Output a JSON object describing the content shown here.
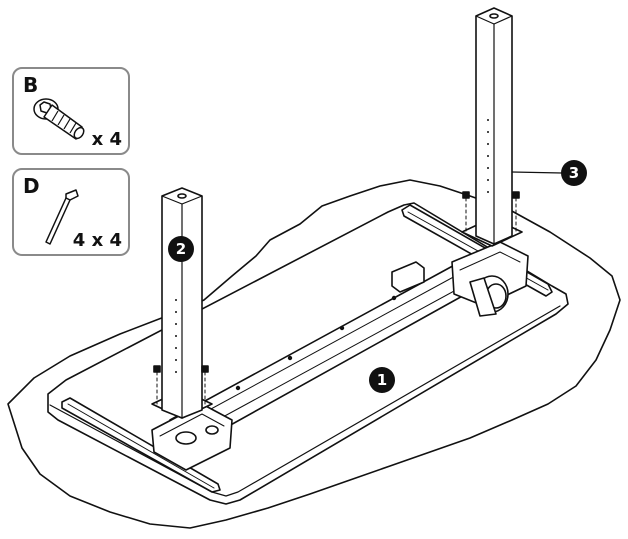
{
  "parts": {
    "b": {
      "letter": "B",
      "quantity": "x 4",
      "icon": "hex-socket-screw-icon"
    },
    "d": {
      "letter": "D",
      "quantity": "4 x 4",
      "icon": "allen-key-icon"
    }
  },
  "callouts": {
    "tabletop": "1",
    "left_leg": "2",
    "right_leg": "3"
  },
  "colors": {
    "line": "#111111",
    "box_border": "#8a8a8a",
    "callout_fill": "#111111",
    "callout_text": "#ffffff",
    "background": "#ffffff"
  }
}
